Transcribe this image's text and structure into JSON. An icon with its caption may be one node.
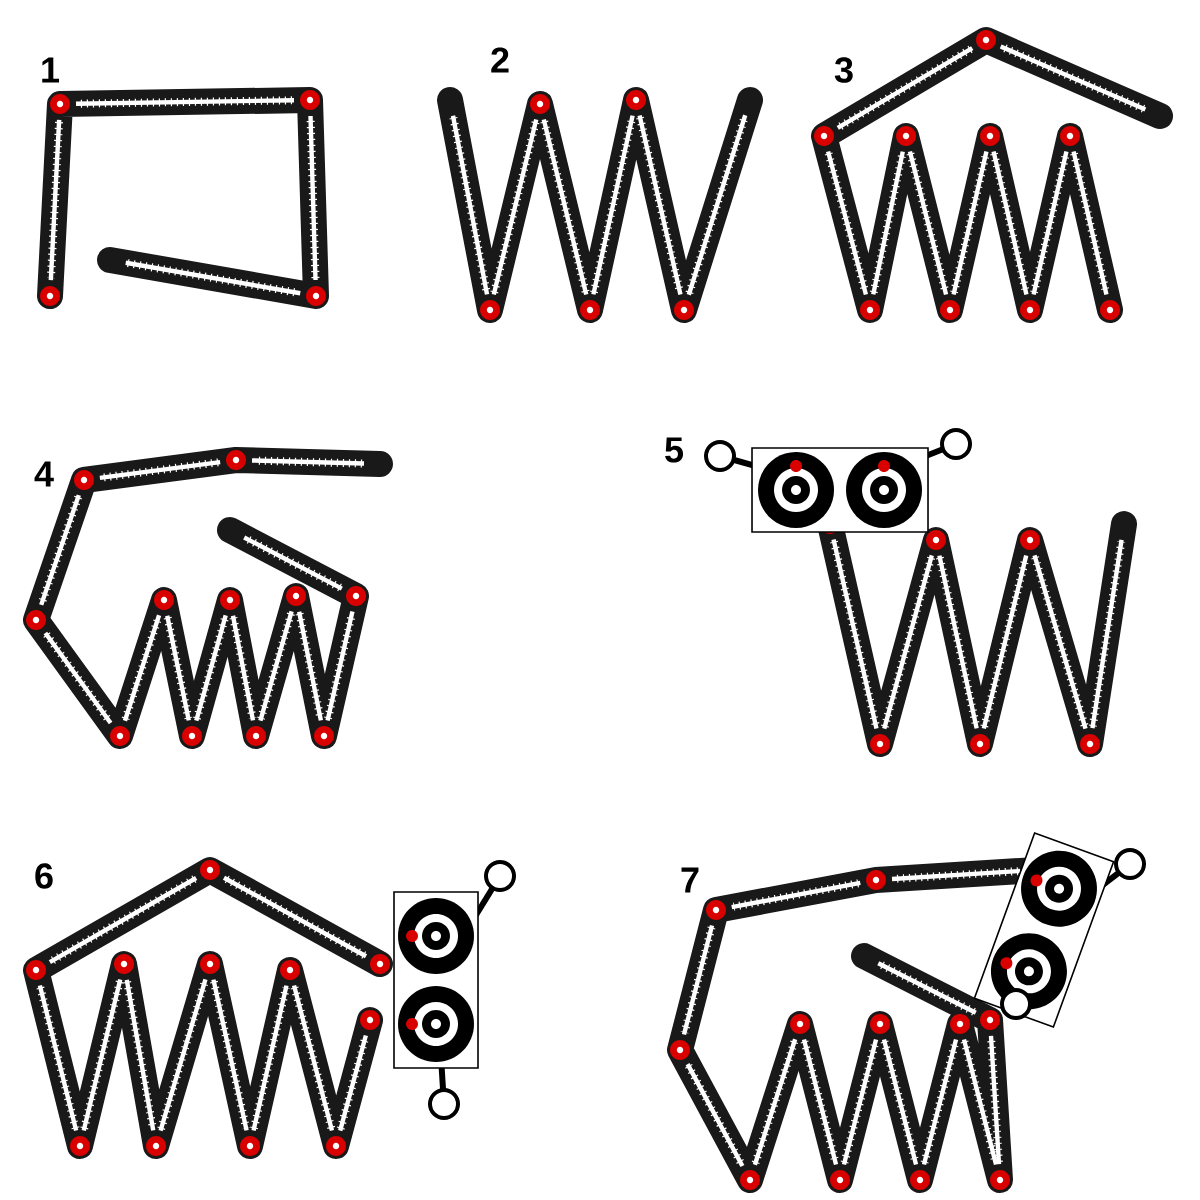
{
  "diagram": {
    "labels": [
      "1",
      "2",
      "3",
      "4",
      "5",
      "6",
      "7"
    ]
  }
}
